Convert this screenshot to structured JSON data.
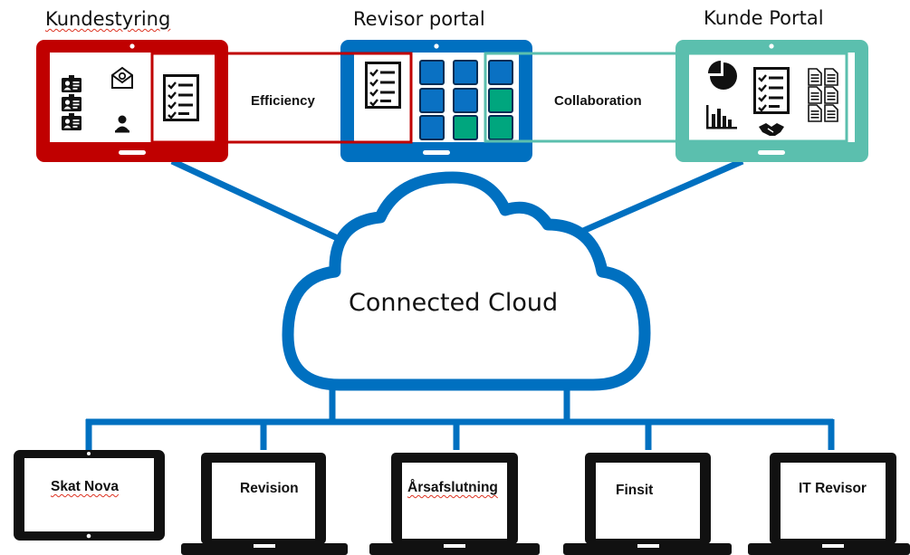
{
  "headings": {
    "kundestyring": "Kundestyring",
    "revisor_portal": "Revisor portal",
    "kunde_portal": "Kunde Portal"
  },
  "links": {
    "efficiency": "Efficiency",
    "collaboration": "Collaboration"
  },
  "cloud": {
    "label": "Connected Cloud"
  },
  "laptops": [
    {
      "label": "Skat Nova"
    },
    {
      "label": "Revision"
    },
    {
      "label": "Årsafslutning"
    },
    {
      "label": "Finsit"
    },
    {
      "label": "IT Revisor"
    }
  ],
  "colors": {
    "red": "#c00000",
    "blue": "#0070c0",
    "teal": "#5bbfae",
    "tile_blue": "#0a71c3",
    "tile_green": "#00a67e"
  },
  "icons": {
    "kundestyring": [
      "contact-card-icon",
      "email-icon",
      "contact-card-icon",
      "contact-card-icon",
      "user-icon",
      "checklist-icon"
    ],
    "revisor_portal": [
      "checklist-icon",
      "tile-grid-icon"
    ],
    "kunde_portal": [
      "pie-chart-icon",
      "checklist-icon",
      "documents-icon",
      "bar-chart-icon",
      "handshake-icon"
    ]
  }
}
